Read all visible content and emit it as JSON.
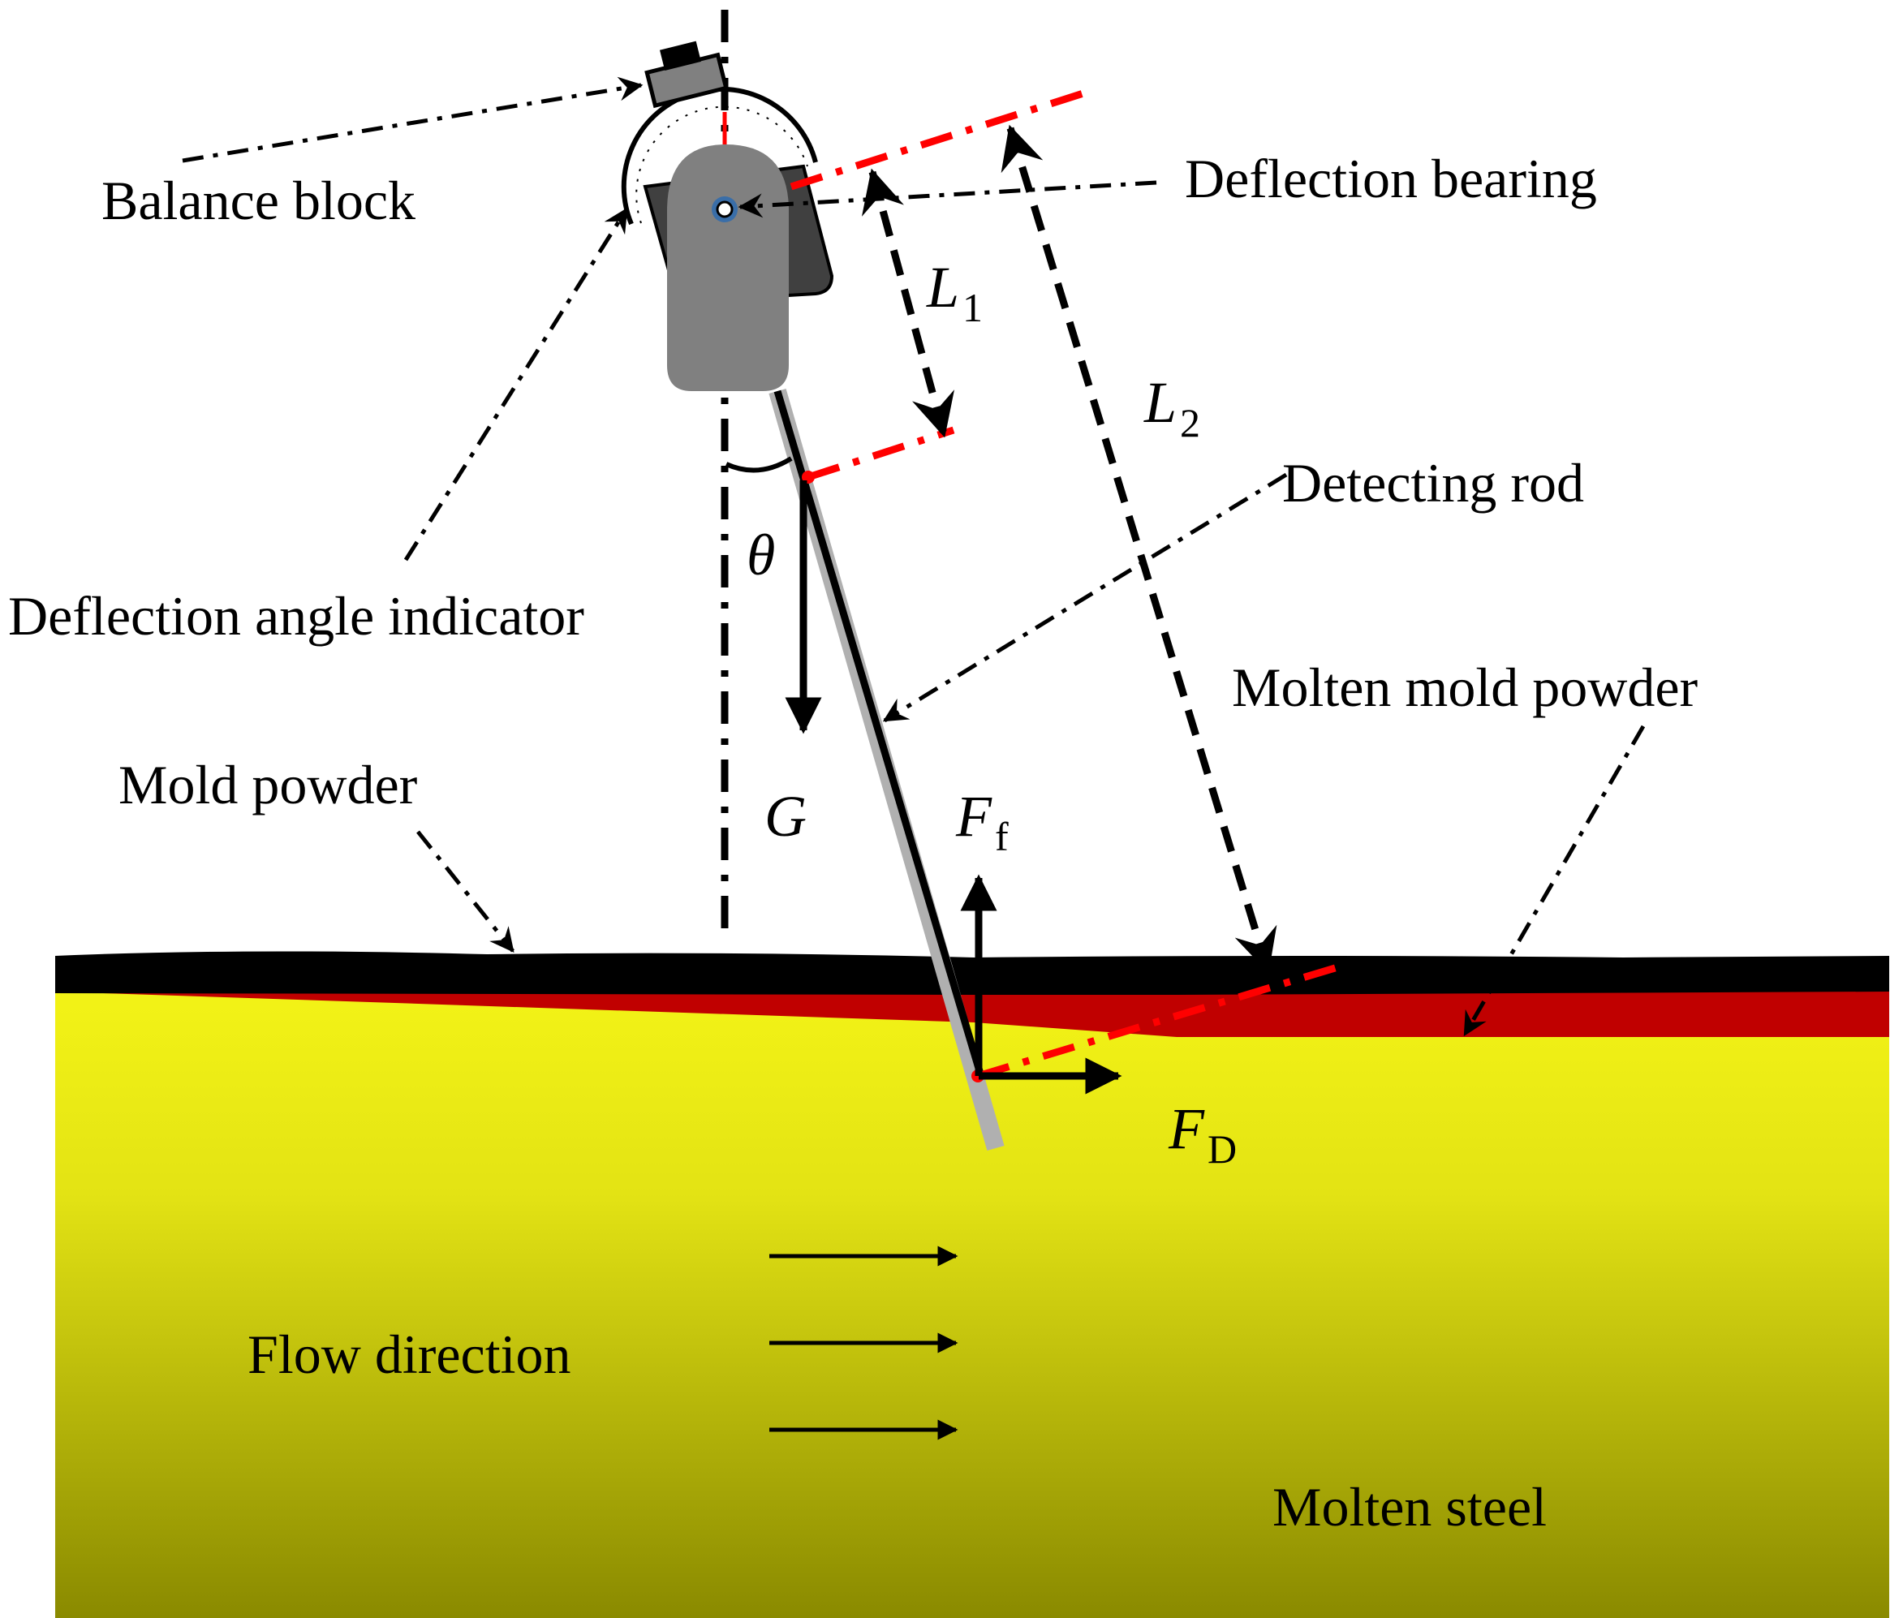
{
  "labels": {
    "balance_block": "Balance block",
    "deflection_bearing": "Deflection bearing",
    "deflection_angle_indicator": "Deflection angle indicator",
    "detecting_rod": "Detecting rod",
    "molten_mold_powder": "Molten mold powder",
    "mold_powder": "Mold powder",
    "flow_direction": "Flow direction",
    "molten_steel": "Molten steel"
  },
  "symbols": {
    "L1": {
      "main": "L",
      "sub": "1"
    },
    "L2": {
      "main": "L",
      "sub": "2"
    },
    "theta": "θ",
    "G": "G",
    "Ff": {
      "main": "F",
      "sub": "f"
    },
    "FD": {
      "main": "F",
      "sub": "D"
    }
  },
  "colors": {
    "mold_powder": "#000000",
    "molten_mold_powder": "#c00000",
    "molten_steel_top": "#f5f516",
    "molten_steel_bottom": "#8a8a00",
    "dimension_lines": "#ff0000",
    "housing": "#808080"
  }
}
